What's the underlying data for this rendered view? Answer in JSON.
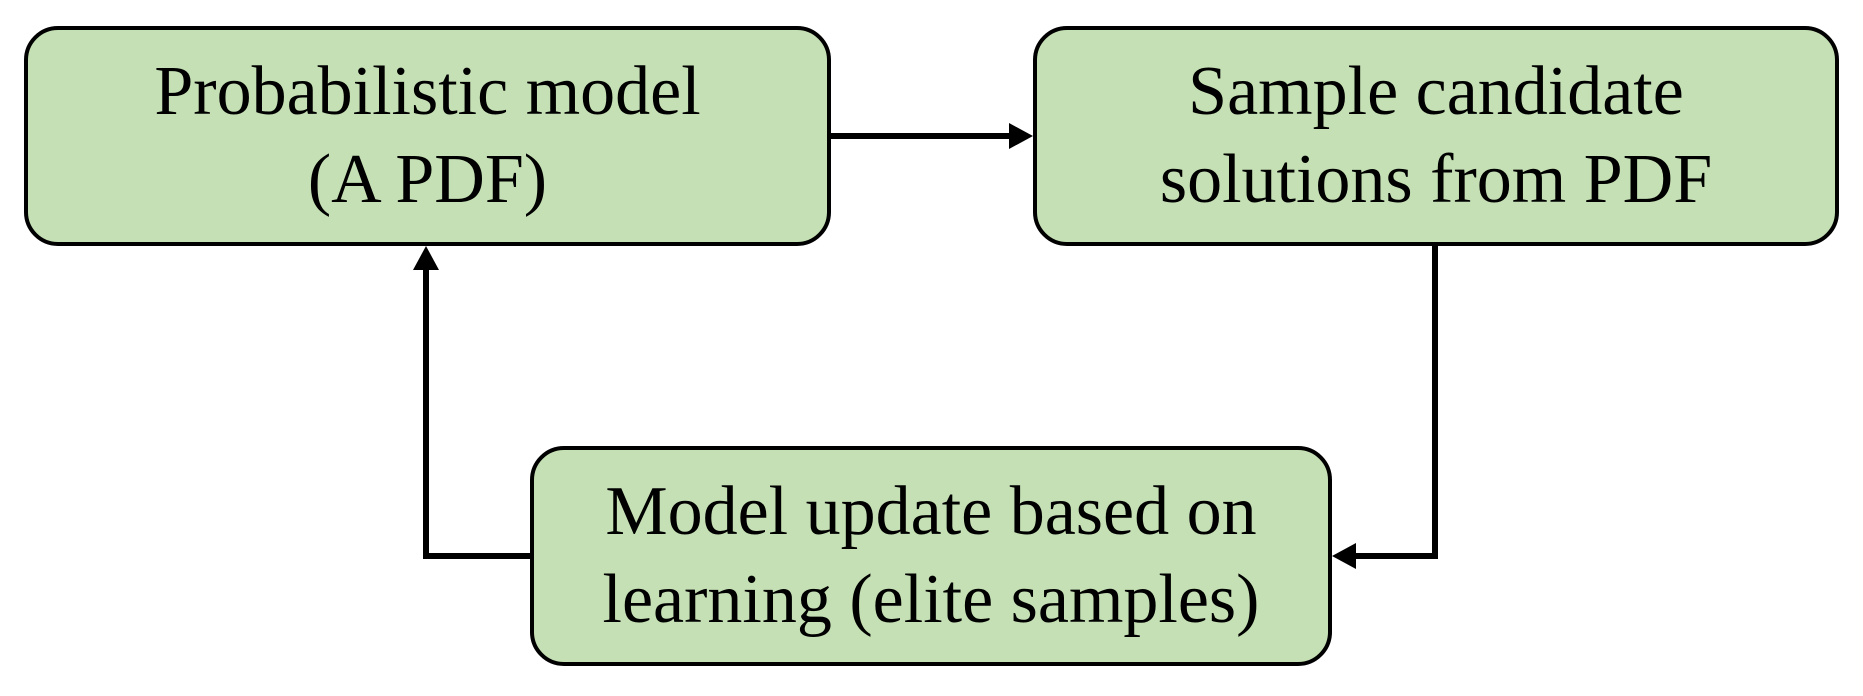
{
  "diagram": {
    "nodes": [
      {
        "id": "model",
        "lines": [
          "Probabilistic model",
          "(A PDF)"
        ]
      },
      {
        "id": "sample",
        "lines": [
          "Sample candidate",
          "solutions from PDF"
        ]
      },
      {
        "id": "update",
        "lines": [
          "Model update based on",
          "learning (elite samples)"
        ]
      }
    ],
    "edges": [
      {
        "from": "model",
        "to": "sample"
      },
      {
        "from": "sample",
        "to": "update"
      },
      {
        "from": "update",
        "to": "model"
      }
    ],
    "colors": {
      "box_fill": "#c5e0b4",
      "box_border": "#000000",
      "arrow": "#000000"
    }
  }
}
